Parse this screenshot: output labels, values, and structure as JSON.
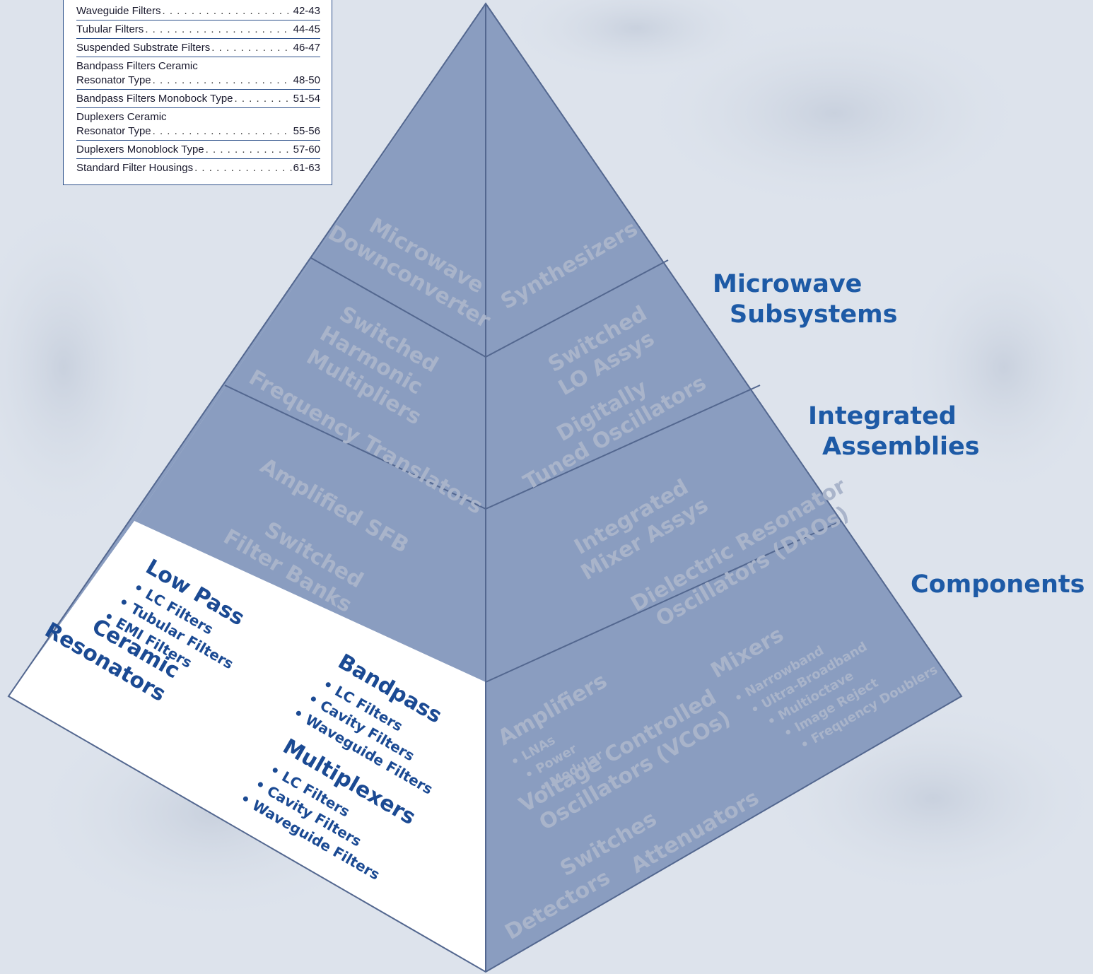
{
  "toc": {
    "entries": [
      {
        "label": "Waveguide Filters",
        "pages": "42-43"
      },
      {
        "label": "Tubular Filters",
        "pages": "44-45"
      },
      {
        "label": "Suspended Substrate Filters",
        "pages": "46-47"
      },
      {
        "label": "Bandpass Filters Ceramic",
        "label2": "Resonator Type",
        "pages": "48-50"
      },
      {
        "label": "Bandpass Filters Monobock Type",
        "pages": "51-54"
      },
      {
        "label": "Duplexers Ceramic",
        "label2": "Resonator Type",
        "pages": "55-56"
      },
      {
        "label": "Duplexers Monoblock Type",
        "pages": "57-60"
      },
      {
        "label": "Standard Filter Housings",
        "pages": "61-63"
      }
    ]
  },
  "tiers": {
    "subsystems": [
      "Microwave",
      "Subsystems"
    ],
    "assemblies": [
      "Integrated",
      "Assemblies"
    ],
    "components": [
      "Components"
    ]
  },
  "left_face": {
    "microwave_downconverter": [
      "Microwave",
      "Downconverter"
    ],
    "switched_harmonic_multipliers": [
      "Switched",
      "Harmonic",
      "Multipliers"
    ],
    "frequency_translators": "Frequency Translators",
    "amplified_sfb": "Amplified SFB",
    "switched_filter_banks": [
      "Switched",
      "Filter Banks"
    ]
  },
  "right_face": {
    "synthesizers": "Synthesizers",
    "switched_lo": [
      "Switched",
      "LO Assys"
    ],
    "digitally_tuned": [
      "Digitally",
      "Tuned Oscillators"
    ],
    "integrated_mixer": [
      "Integrated",
      "Mixer Assys"
    ],
    "dro": [
      "Dielectric Resonator",
      "Oscillators (DROs)"
    ],
    "amplifiers": {
      "title": "Amplifiers",
      "items": [
        "• LNAs",
        "• Power",
        "• Modular"
      ]
    },
    "mixers": {
      "title": "Mixers",
      "items": [
        "• Narrowband",
        "• Ultra-Broadband",
        "• Multioctave",
        "• Image Reject",
        "• Frequency Doublers"
      ]
    },
    "vco": [
      "Voltage Controlled",
      "Oscillators (VCOs)"
    ],
    "switches": "Switches",
    "attenuators": "Attenuators",
    "detectors": "Detectors"
  },
  "components_face": {
    "low_pass": {
      "title": "Low Pass",
      "items": [
        "• LC Filters",
        "• Tubular Filters",
        "• EMI Filters"
      ]
    },
    "ceramic": [
      "Ceramic",
      "Resonators"
    ],
    "bandpass": {
      "title": "Bandpass",
      "items": [
        "• LC Filters",
        "• Cavity Filters",
        "• Waveguide Filters"
      ]
    },
    "multiplexers": {
      "title": "Multiplexers",
      "items": [
        "• LC Filters",
        "• Cavity Filters",
        "• Waveguide Filters"
      ]
    }
  }
}
